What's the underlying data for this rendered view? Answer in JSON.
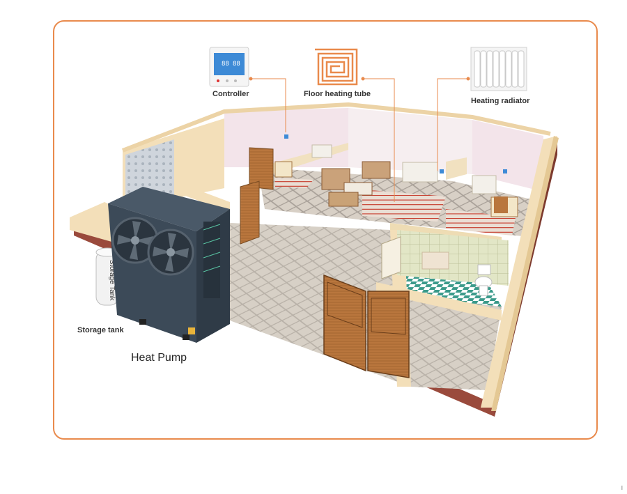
{
  "callouts": {
    "controller": "Controller",
    "floor_heating": "Floor heating tube",
    "radiator": "Heating radiator",
    "storage_tank": "Storage tank",
    "heat_pump": "Heat Pump"
  },
  "tank_side_text": "Storage Tank",
  "controller_display": {
    "left": "88",
    "right": "88"
  },
  "page_mark": "I",
  "colors": {
    "accent": "#e98a4c",
    "wall": "#f3dfb9",
    "brick": "#9a4a3c",
    "floor_tile": "#cfc6bb",
    "wood": "#b9763d",
    "heat_pump_body": "#3c4a58",
    "controller_screen": "#3d8ad6",
    "room_wall_pink": "#f3e4ea"
  },
  "icons": [
    "controller-icon",
    "floor-heating-coil-icon",
    "radiator-icon",
    "fan-icon"
  ]
}
